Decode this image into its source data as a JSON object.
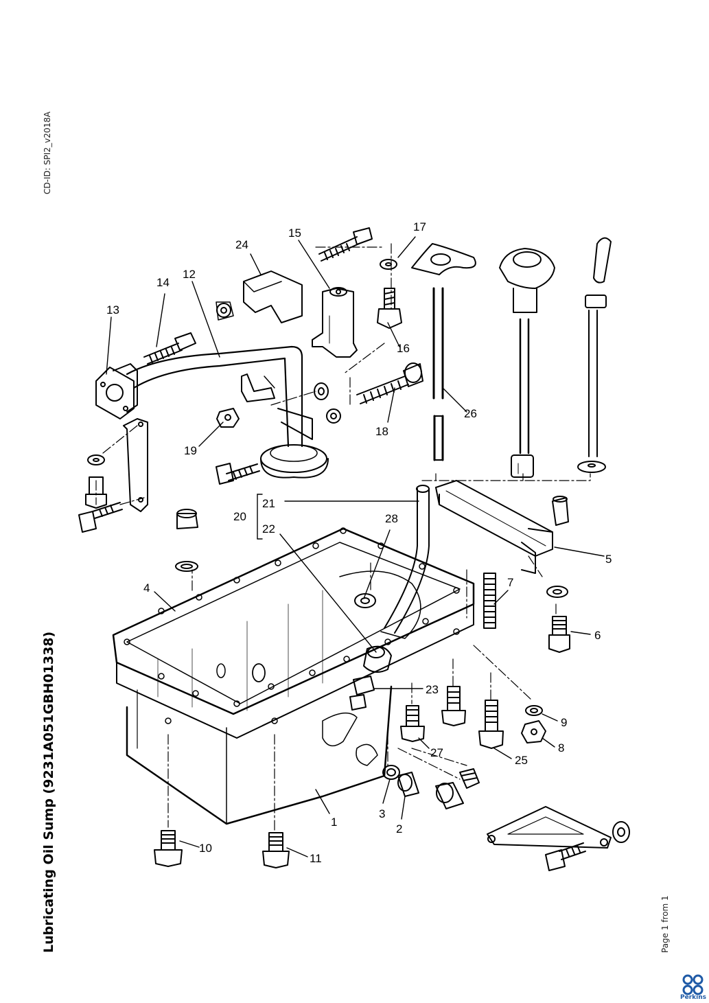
{
  "header": {
    "cd_id": "CD-ID: SPI2_v2018A"
  },
  "title": "Lubricating Oil Sump (9231A051GBH01338)",
  "footer": {
    "page": "Page 1 from 1",
    "brand": "Perkins"
  },
  "brand_color": "#1f5aa6",
  "callouts": {
    "c1": "1",
    "c2": "2",
    "c3": "3",
    "c4": "4",
    "c5": "5",
    "c6": "6",
    "c7": "7",
    "c8": "8",
    "c9": "9",
    "c10": "10",
    "c11": "11",
    "c12": "12",
    "c13": "13",
    "c14": "14",
    "c15": "15",
    "c16": "16",
    "c17": "17",
    "c18": "18",
    "c19": "19",
    "c20": "20",
    "c21": "21",
    "c22": "22",
    "c23": "23",
    "c24": "24",
    "c25": "25",
    "c26": "26",
    "c27": "27",
    "c28": "28"
  }
}
